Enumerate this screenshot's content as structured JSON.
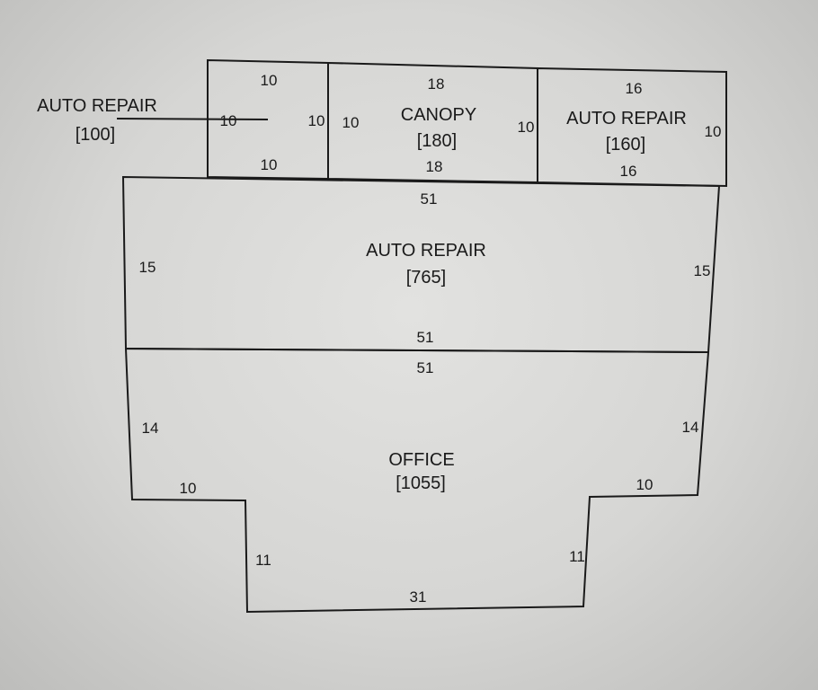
{
  "rooms": {
    "auto_repair_100": {
      "name": "AUTO REPAIR",
      "area": "[100]",
      "dims": {
        "top": "10",
        "left": "10",
        "right": "10",
        "bottom": "10"
      }
    },
    "canopy": {
      "name": "CANOPY",
      "area": "[180]",
      "dims": {
        "top": "18",
        "left": "10",
        "right": "10",
        "bottom": "18"
      }
    },
    "auto_repair_160": {
      "name": "AUTO REPAIR",
      "area": "[160]",
      "dims": {
        "top": "16",
        "right": "10",
        "bottom": "16"
      }
    },
    "auto_repair_765": {
      "name": "AUTO REPAIR",
      "area": "[765]",
      "dims": {
        "top": "51",
        "left": "15",
        "right": "15",
        "bottom": "51"
      }
    },
    "office": {
      "name": "OFFICE",
      "area": "[1055]",
      "dims": {
        "top": "51",
        "left": "14",
        "right": "14",
        "left_step": "10",
        "right_step": "10",
        "left_inner": "11",
        "right_inner": "11",
        "bottom": "31"
      }
    }
  },
  "colors": {
    "line": "#1a1a1a",
    "paper": "#d8d8d6"
  }
}
